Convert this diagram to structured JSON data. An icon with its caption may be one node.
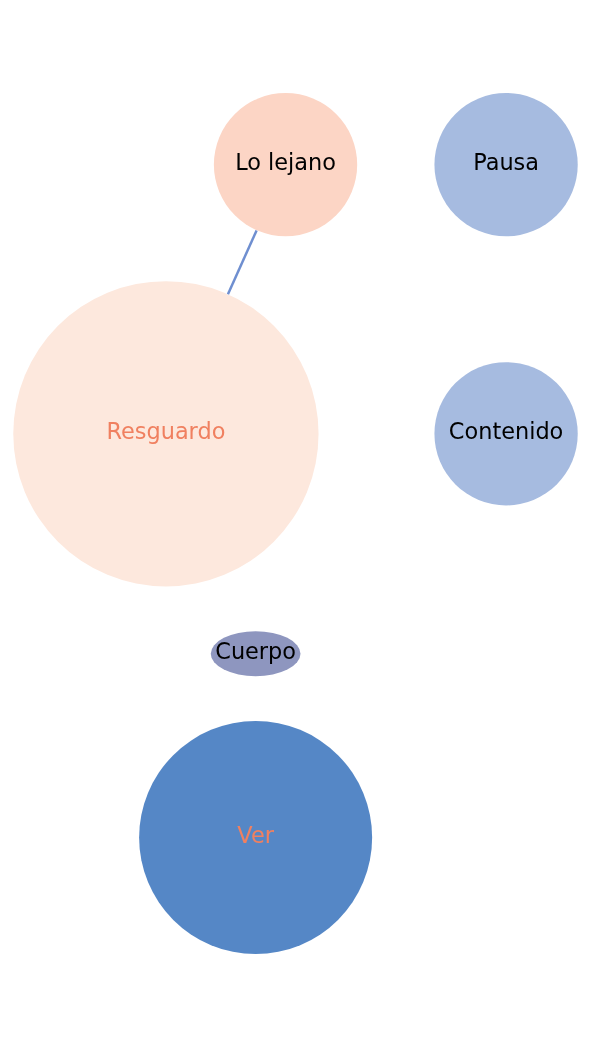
{
  "diagram": {
    "nodes": [
      {
        "text": [
          "Lo lejano"
        ]
      },
      {
        "text": [
          "Pausa"
        ]
      },
      {
        "text": [
          "Contenido"
        ]
      },
      {
        "text": [
          "Resguardo"
        ]
      },
      {
        "text": [
          "Cuerpo"
        ]
      },
      {
        "text": [
          "Ver"
        ]
      }
    ],
    "edges": [
      {
        "from": 0,
        "to": 3,
        "arrow": "none"
      }
    ]
  }
}
